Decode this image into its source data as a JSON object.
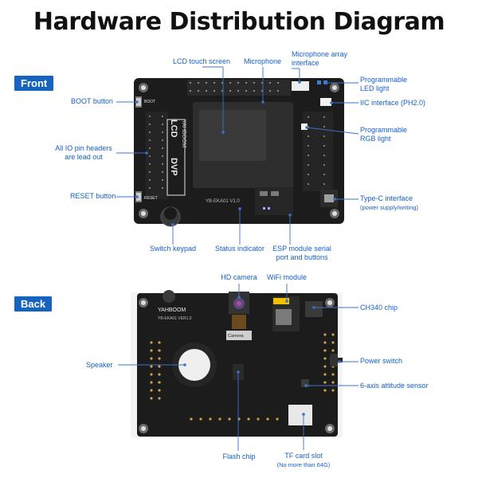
{
  "title": "Hardware Distribution Diagram",
  "sections": {
    "front": "Front",
    "back": "Back"
  },
  "front_labels": {
    "boot": "BOOT button",
    "io_headers_1": "All IO pin headers",
    "io_headers_2": "are lead out",
    "reset": "RESET button",
    "lcd": "LCD touch screen",
    "microphone": "Microphone",
    "mic_array_1": "Microphone array",
    "mic_array_2": "interface",
    "prog_led_1": "Programmable",
    "prog_led_2": "LED light",
    "iic": "IIC interface (PH2.0)",
    "prog_rgb_1": "Programmable",
    "prog_rgb_2": "RGB light",
    "typec_1": "Type-C interface",
    "typec_2": "(power supply/writing)",
    "switch_keypad": "Switch keypad",
    "status": "Status indicator",
    "esp_1": "ESP module serial",
    "esp_2": "port and buttons"
  },
  "back_labels": {
    "hd_camera": "HD camera",
    "wifi": "WiFi module",
    "ch340": "CH340 chip",
    "speaker": "Speaker",
    "power_switch": "Power switch",
    "imu": "6-axis attitude sensor",
    "flash": "Flash chip",
    "tf_1": "TF card slot",
    "tf_2": "(No more than 64G)"
  },
  "board_print": {
    "front_logo": "YAHBOOM",
    "lcd_text": "LCD",
    "dvp_text": "DVP",
    "model_front": "YB-EKA01 V1.0",
    "back_logo": "YAHBOOM",
    "model_back": "YB-EKA01  VER1.0",
    "camera_text": "Camera",
    "boot_text": "BOOT",
    "reset_text": "RESET"
  },
  "colors": {
    "accent": "#1565c0",
    "label": "#1560c8",
    "board": "#1c1c1c",
    "leader": "#3a72c8"
  }
}
